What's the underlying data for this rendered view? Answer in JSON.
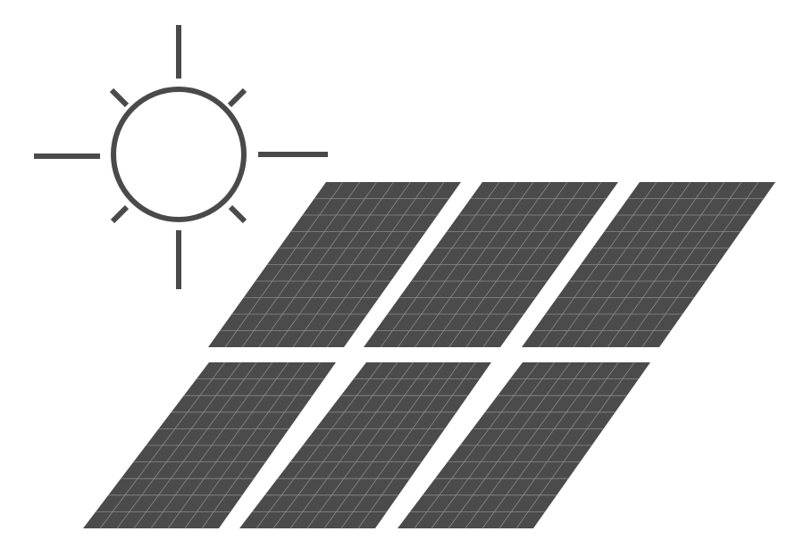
{
  "illustration": {
    "sun_icon": "sun-icon",
    "panel_icon": "solar-panel-icon",
    "panel_count": 6,
    "panel_rows": 2,
    "panels_per_row": 3,
    "cell_grid": {
      "columns": 8,
      "rows": 10
    },
    "colors": {
      "background": "#ffffff",
      "sun_stroke": "#4a4a4a",
      "panel_fill": "#4b4b4b",
      "panel_grid": "#8a8a8a"
    }
  }
}
